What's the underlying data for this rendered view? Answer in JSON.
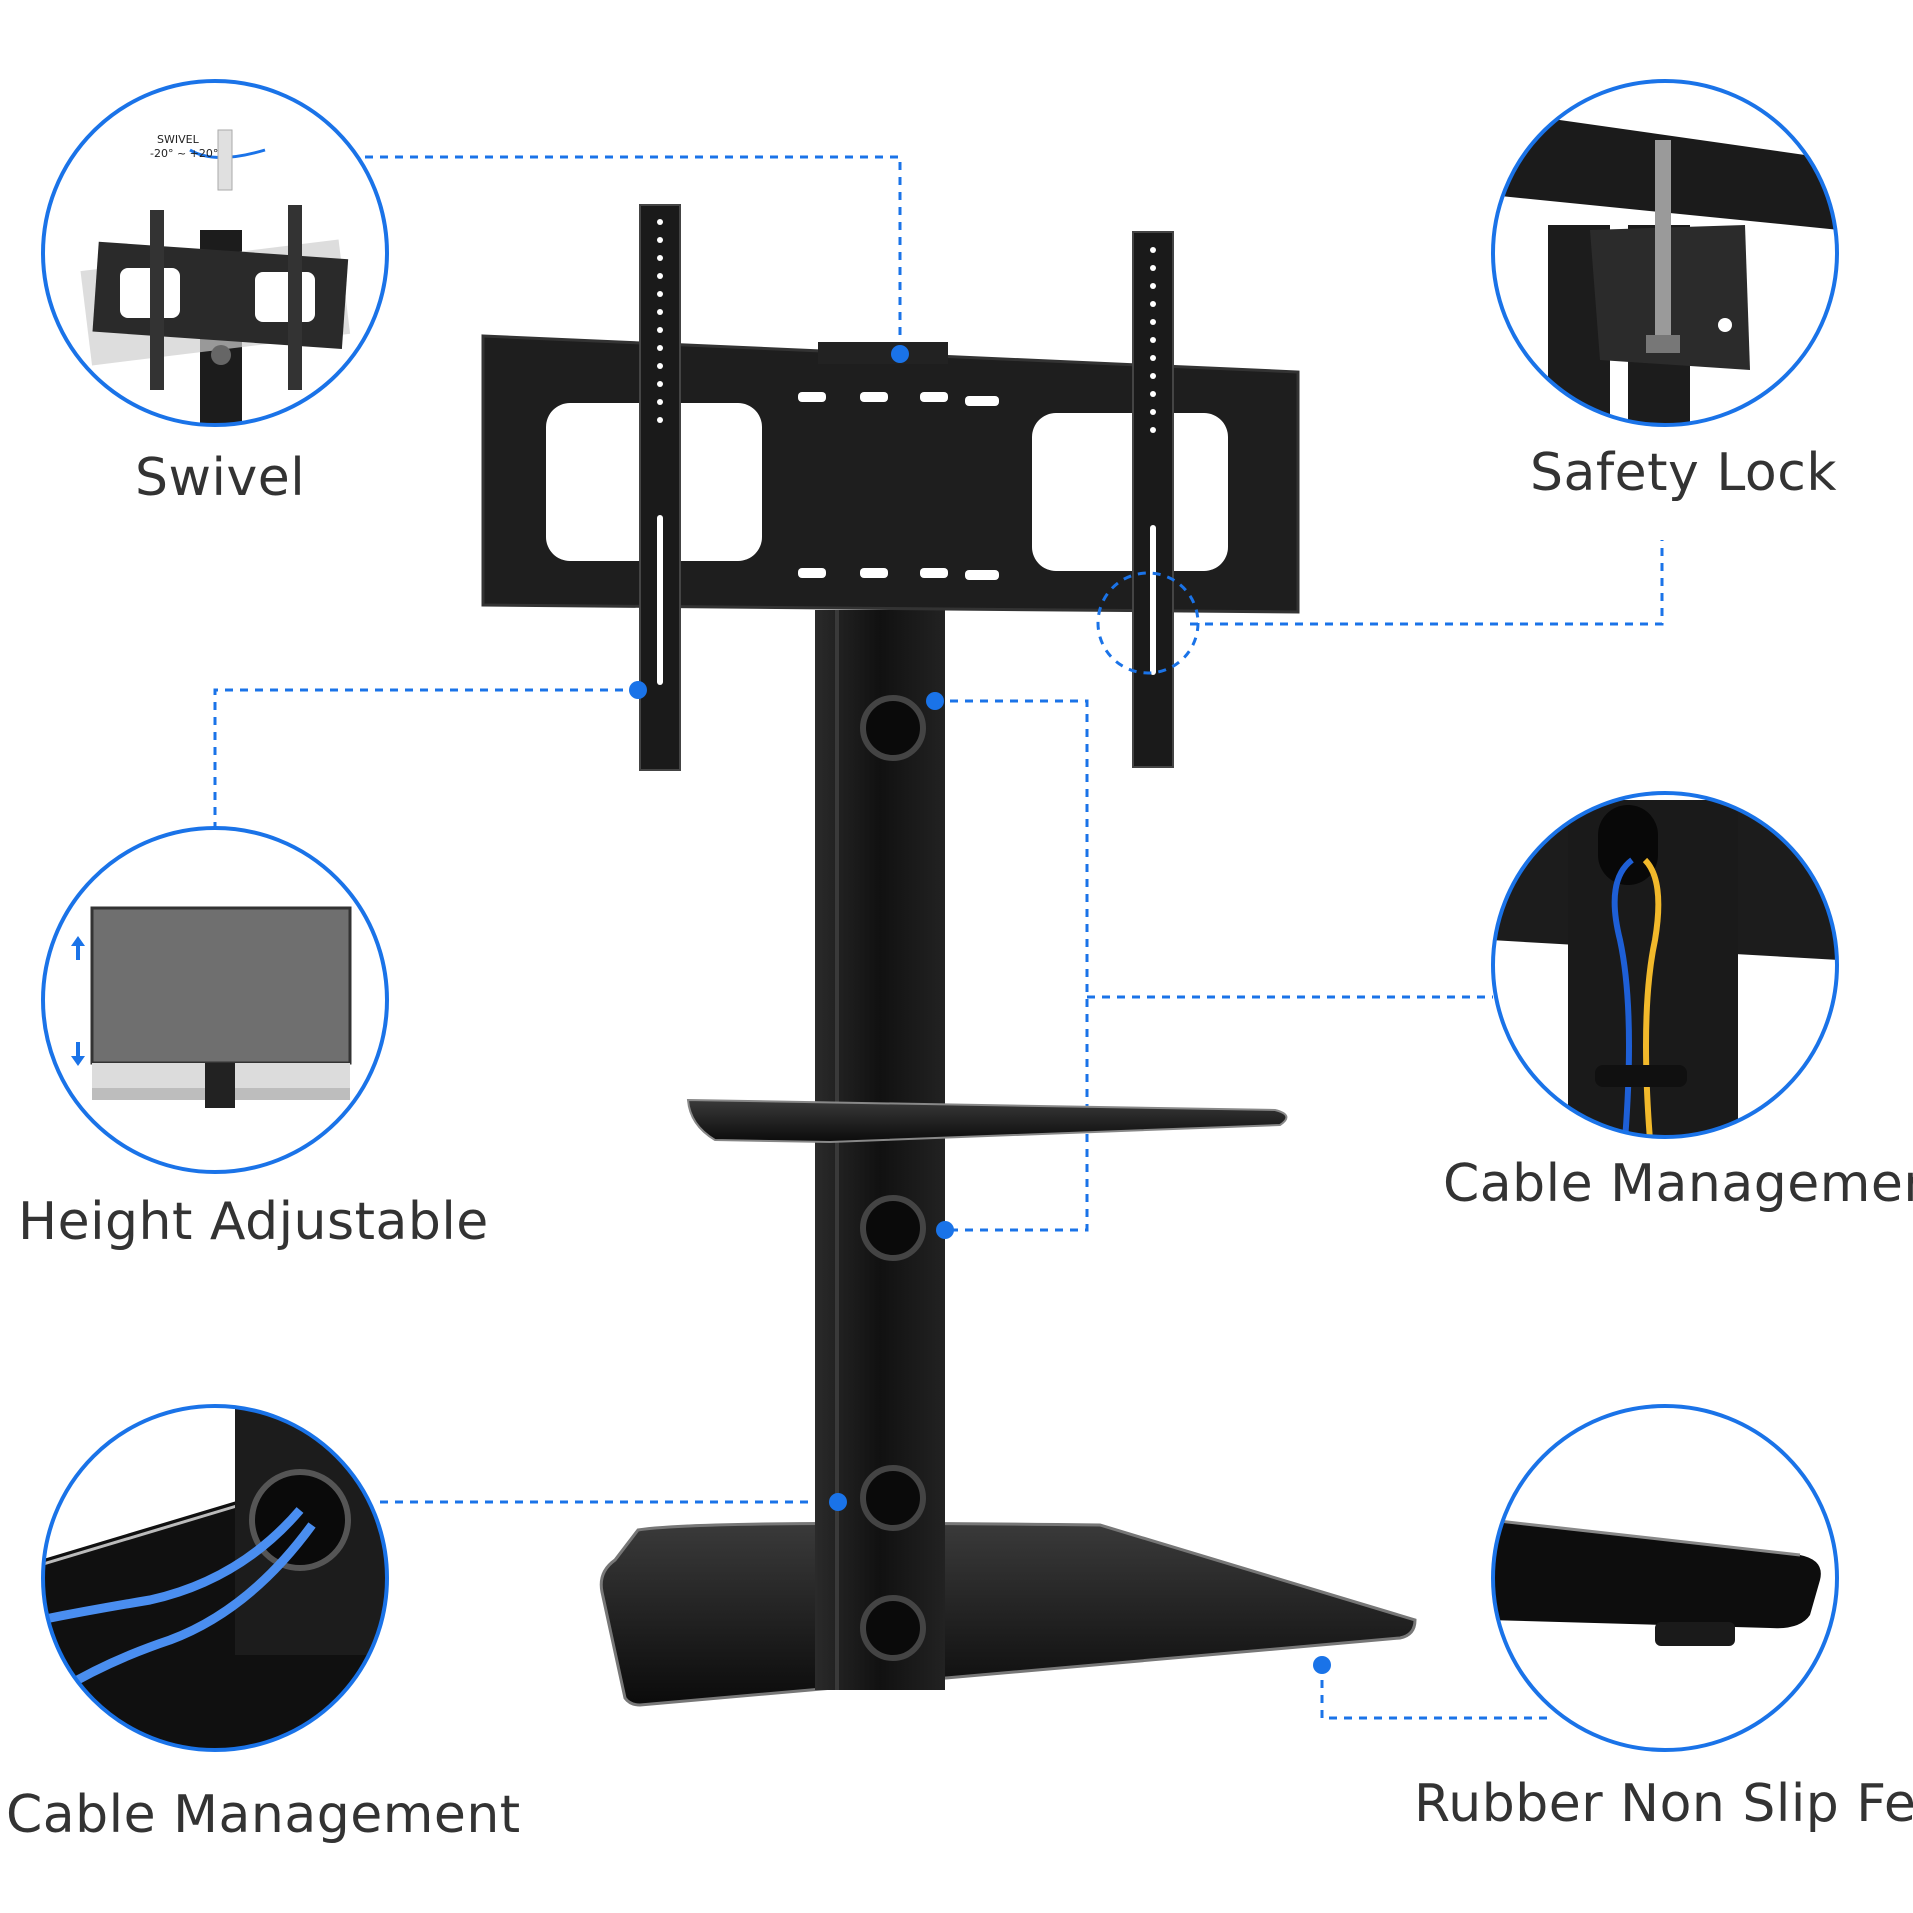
{
  "colors": {
    "accent": "#1a73e8",
    "stand": "#1b1b1b",
    "label_text": "#333333"
  },
  "features": [
    {
      "label": "Swivel",
      "icon": "swivel-detail-icon"
    },
    {
      "label": "Safety Lock",
      "icon": "safety-lock-detail-icon"
    },
    {
      "label": "Height Adjustable",
      "icon": "height-adjust-detail-icon"
    },
    {
      "label": "Cable Management",
      "icon": "cable-clip-detail-icon"
    },
    {
      "label": "Cable Management",
      "icon": "cable-hole-detail-icon"
    },
    {
      "label": "Rubber Non Slip Feet",
      "icon": "rubber-feet-detail-icon"
    }
  ],
  "swivel_inset": {
    "caption": "SWIVEL",
    "range": "-20° ~ +20°"
  }
}
